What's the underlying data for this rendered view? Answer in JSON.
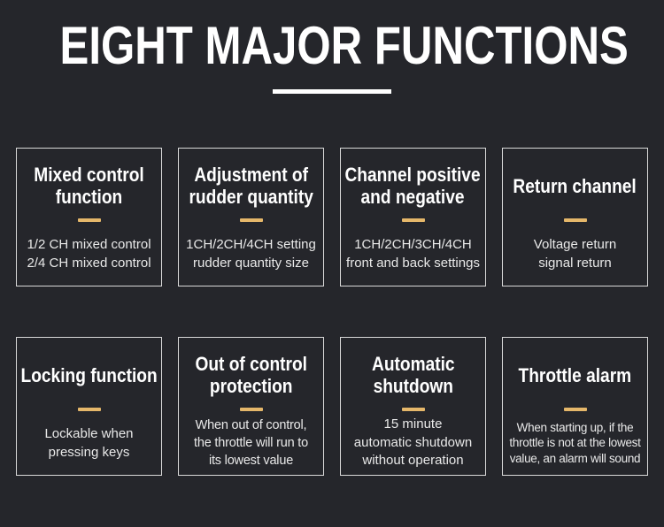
{
  "header": {
    "title": "EIGHT MAJOR FUNCTIONS"
  },
  "theme": {
    "background": "#25262b",
    "card_border": "#d9d9d9",
    "divider_gold": "#e5b76a",
    "underline_color": "#ffffff",
    "title_color": "#ffffff",
    "body_color": "#e9e9e9"
  },
  "cards": [
    {
      "title": "Mixed control\nfunction",
      "description": "1/2 CH mixed control\n2/4 CH mixed control"
    },
    {
      "title": "Adjustment of\nrudder quantity",
      "description": "1CH/2CH/4CH setting\nrudder quantity size"
    },
    {
      "title": "Channel positive\nand negative",
      "description": "1CH/2CH/3CH/4CH\nfront and back settings"
    },
    {
      "title": "Return channel",
      "description": "Voltage return\nsignal return"
    },
    {
      "title": "Locking function",
      "description": "Lockable when\npressing keys"
    },
    {
      "title": "Out of control\nprotection",
      "description": "When out of control,\nthe throttle will run to\nits lowest value"
    },
    {
      "title": "Automatic\nshutdown",
      "description": "15 minute\nautomatic shutdown\nwithout operation"
    },
    {
      "title": "Throttle alarm",
      "description": "When starting up, if the\nthrottle is not at the lowest\nvalue, an alarm will sound"
    }
  ]
}
